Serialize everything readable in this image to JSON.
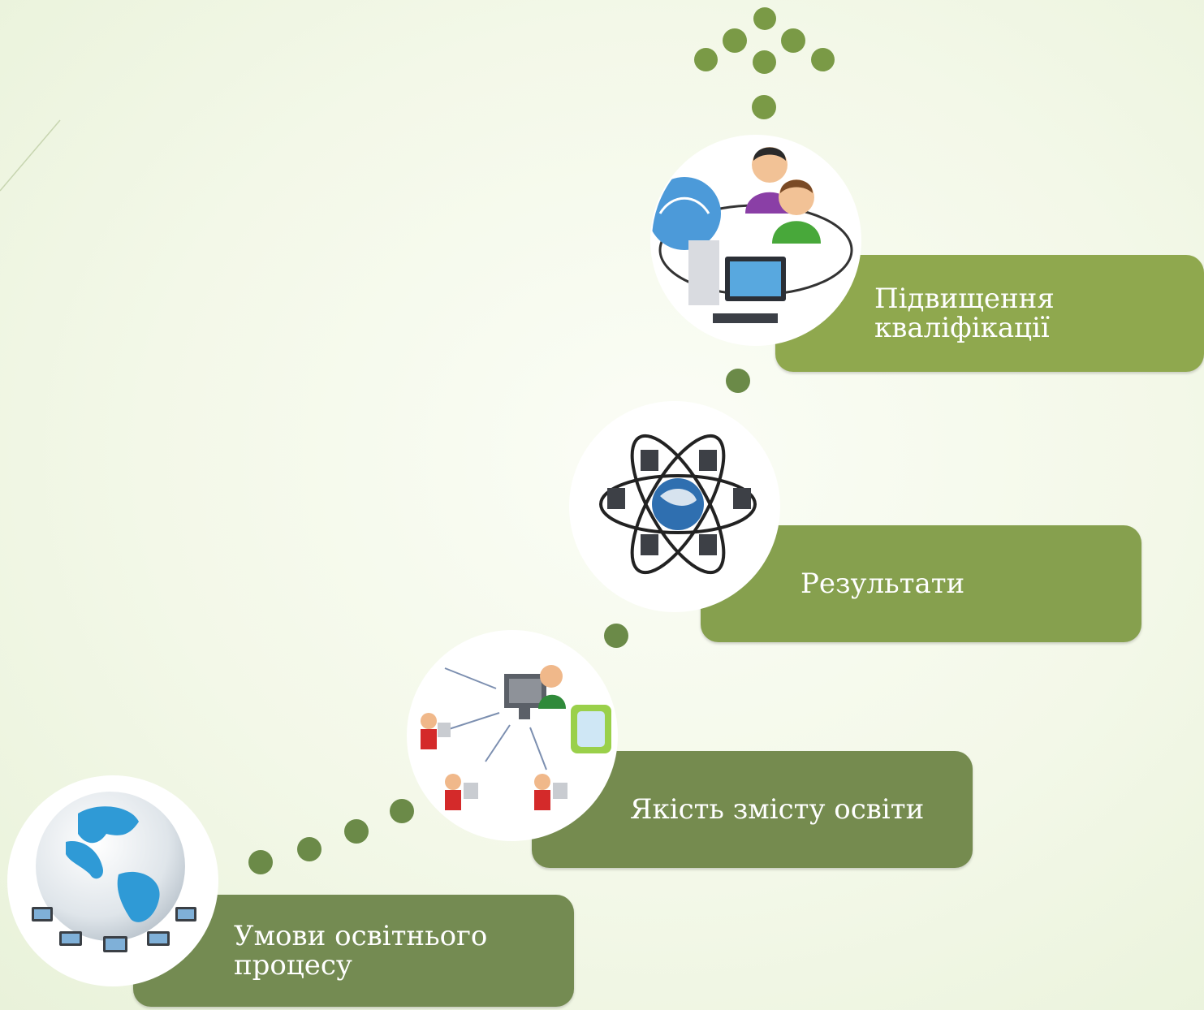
{
  "steps": [
    {
      "label": "Умови освітнього процесу",
      "icon": "globe-laptops-icon",
      "color": "#748b52"
    },
    {
      "label": "Якість змісту освіти",
      "icon": "network-users-icon",
      "color": "#758b4f"
    },
    {
      "label": "Результати",
      "icon": "computer-network-globe-icon",
      "color": "#86a04e"
    },
    {
      "label": "Підвищення кваліфікації",
      "icon": "people-computer-network-icon",
      "color": "#8fa84e"
    }
  ],
  "colors": {
    "dot_dark": "#6b8a48",
    "dot_mid": "#7a9a46",
    "dot_light": "#87a84a"
  }
}
